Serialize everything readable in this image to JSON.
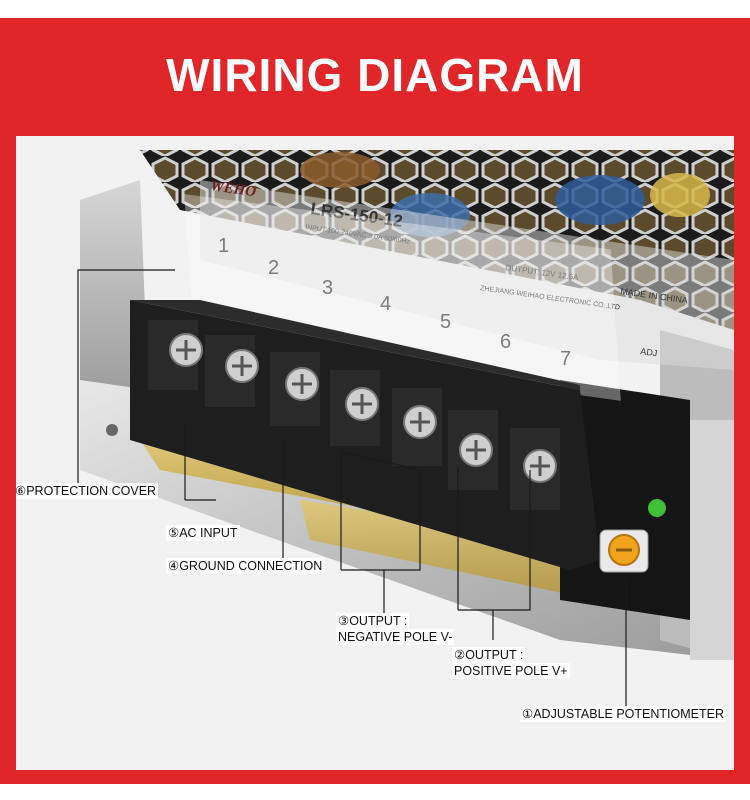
{
  "header": {
    "title": "WIRING DIAGRAM"
  },
  "product": {
    "brand": "WEHO",
    "model": "LRS-150-12",
    "input_text": "INPUT:100-240VAC 3.0A 50/60Hz",
    "output_text": "OUTPUT: 12V 12.5A",
    "maker_text": "ZHEJIANG WEIHAO ELECTRONIC CO.,LTD",
    "made_in": "MADE IN CHINA",
    "adj_text": "ADJ",
    "terminal_numbers": [
      "1",
      "2",
      "3",
      "4",
      "5",
      "6",
      "7"
    ]
  },
  "labels": {
    "protection_cover": "⑥PROTECTION COVER",
    "ac_input": "⑤AC INPUT",
    "ground_connection": "④GROUND CONNECTION",
    "negative_line1": "③OUTPUT :",
    "negative_line2": "NEGATIVE POLE V-",
    "positive_line1": "②OUTPUT :",
    "positive_line2": "POSITIVE POLE V+",
    "potentiometer": "①ADJUSTABLE POTENTIOMETER"
  },
  "colors": {
    "accent_red": "#e1262a",
    "led_green": "#3fbf3a",
    "pot_orange": "#f2a31c"
  }
}
